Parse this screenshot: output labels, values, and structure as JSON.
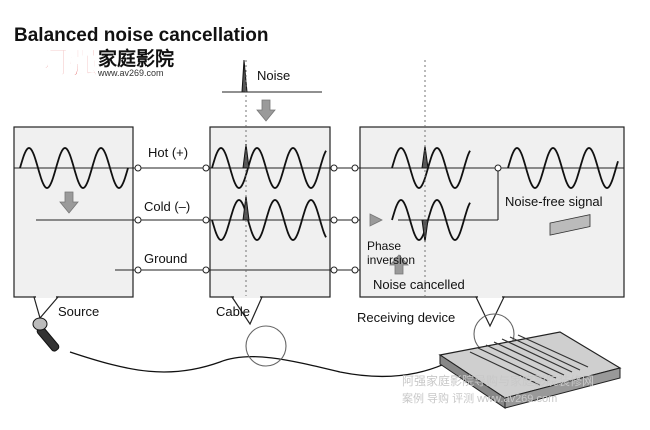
{
  "title": "Balanced noise cancellation",
  "watermark": {
    "logo_brand": "阿强",
    "logo_tagline": "家庭影院",
    "logo_url": "www.av269.com",
    "bottom_line1": "阿强家庭影院导购与家庭影院装修网",
    "bottom_line2": "案例  导购  评测  www.av269.com"
  },
  "labels": {
    "noise": "Noise",
    "hot": "Hot (+)",
    "cold": "Cold (–)",
    "ground": "Ground",
    "noise_free": "Noise-free signal",
    "phase_inversion_1": "Phase",
    "phase_inversion_2": "inversion",
    "noise_cancelled": "Noise cancelled",
    "source": "Source",
    "cable": "Cable",
    "receiving_device": "Receiving device"
  },
  "colors": {
    "panel_fill": "#f0f0f0",
    "stroke": "#222222",
    "arrow_gray": "#999999",
    "logo_red": "#d11a1a"
  },
  "icons": [
    "microphone-icon",
    "mixer-console-icon"
  ]
}
